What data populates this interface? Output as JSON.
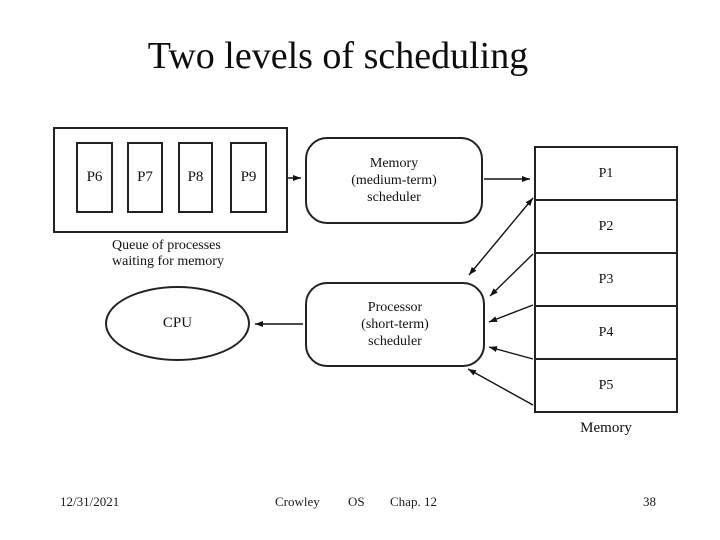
{
  "title": "Two levels of scheduling",
  "diagram": {
    "queue": {
      "processes": [
        "P6",
        "P7",
        "P8",
        "P9"
      ],
      "caption_line1": "Queue of processes",
      "caption_line2": "waiting for memory"
    },
    "memory_scheduler": {
      "line1": "Memory",
      "line2": "(medium-term)",
      "line3": "scheduler"
    },
    "processor_scheduler": {
      "line1": "Processor",
      "line2": "(short-term)",
      "line3": "scheduler"
    },
    "cpu_label": "CPU",
    "memory": {
      "slots": [
        "P1",
        "P2",
        "P3",
        "P4",
        "P5"
      ],
      "caption": "Memory"
    }
  },
  "footer": {
    "date": "12/31/2021",
    "author": "Crowley",
    "course": "OS",
    "chapter": "Chap. 12",
    "page": "38"
  }
}
